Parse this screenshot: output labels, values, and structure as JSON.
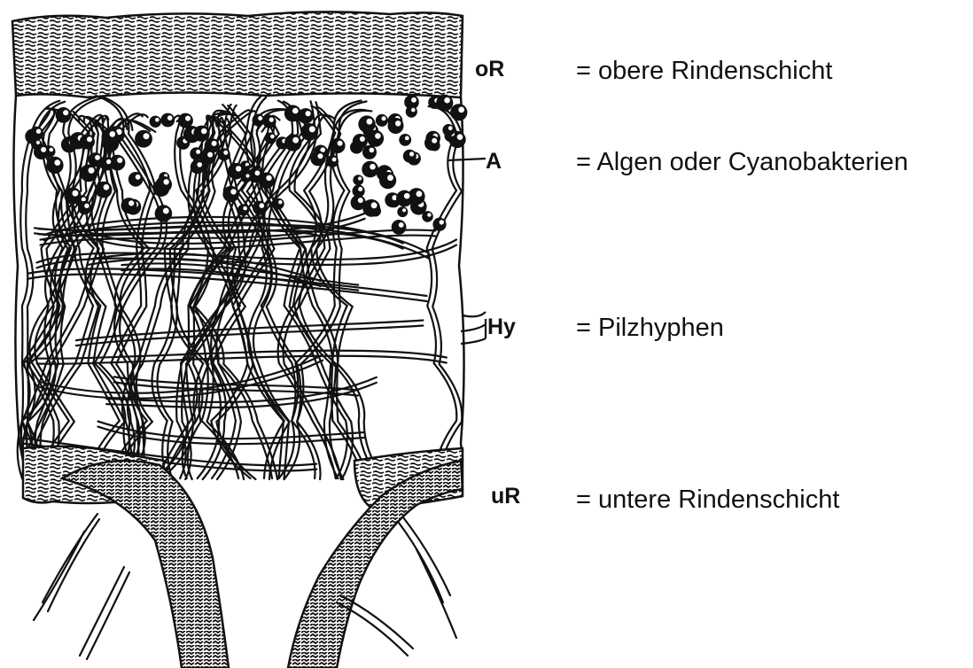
{
  "layers": [
    {
      "id": "oR",
      "code": "oR",
      "description": "= obere Rindenschicht"
    },
    {
      "id": "A",
      "code": "A",
      "description": "= Algen oder Cyanobakterien"
    },
    {
      "id": "Hy",
      "code": "Hy",
      "description": "= Pilzhyphen"
    },
    {
      "id": "uR",
      "code": "uR",
      "description": "= untere Rindenschicht"
    }
  ]
}
